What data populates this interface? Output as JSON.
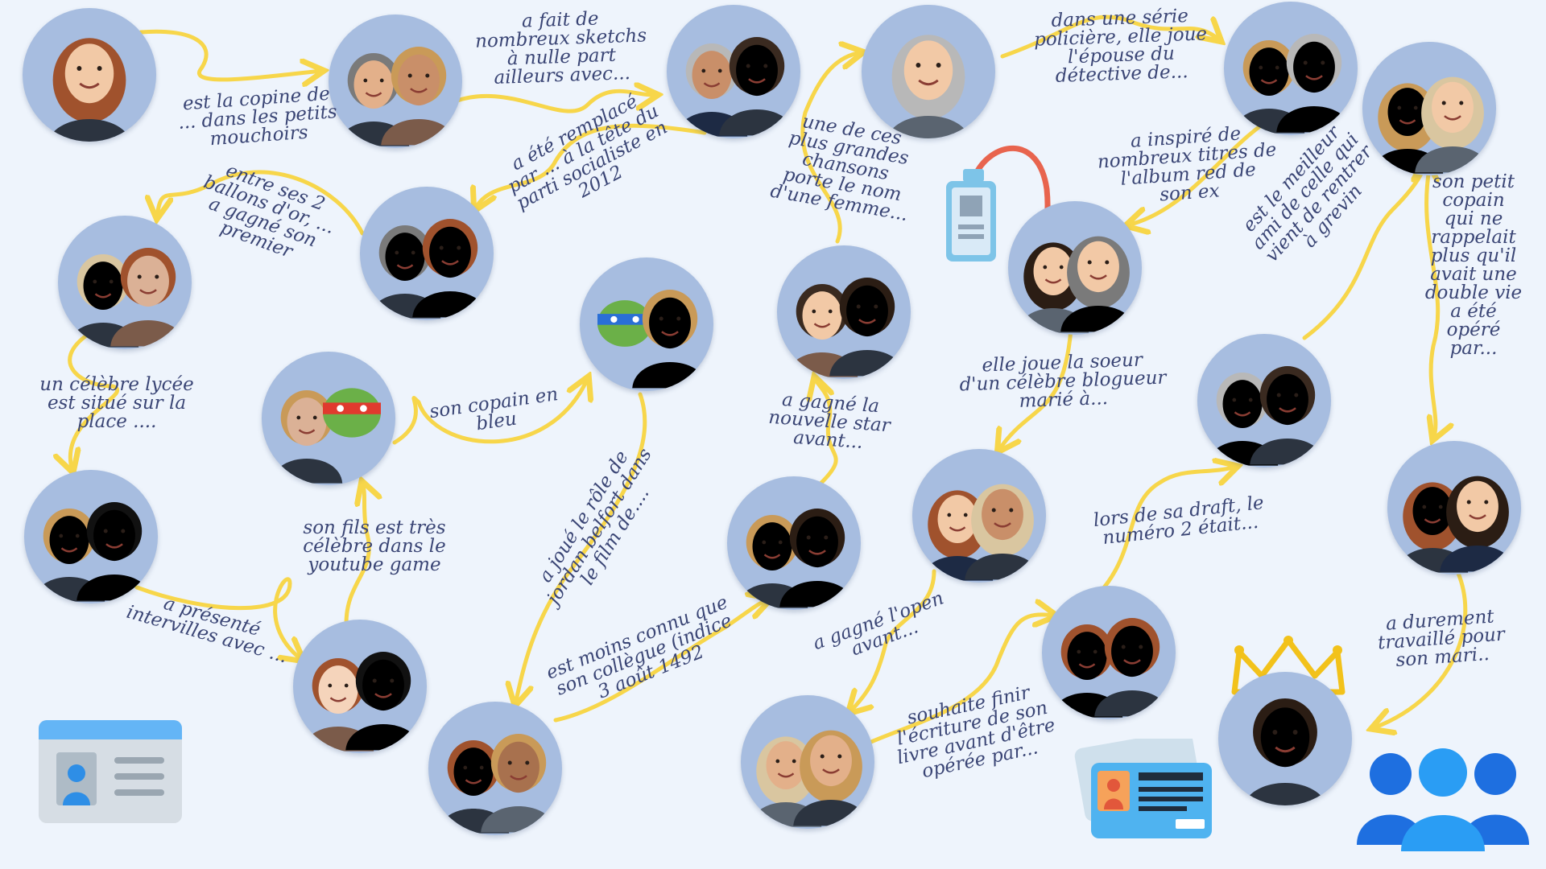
{
  "palette": {
    "background": "#eef4fc",
    "circle": "#a7bde0",
    "arrow": "#f7d64a",
    "text": "#3a4575"
  },
  "nodes": [
    {
      "id": "n1",
      "faces": [
        "woman-blonde"
      ]
    },
    {
      "id": "n2",
      "faces": [
        "man-dark",
        "man-grey"
      ]
    },
    {
      "id": "n3",
      "faces": [
        "man-laughing",
        "man-grey-suit"
      ]
    },
    {
      "id": "n4",
      "faces": [
        "woman-brunette"
      ]
    },
    {
      "id": "n5",
      "faces": [
        "man-curly",
        "man-bearded"
      ]
    },
    {
      "id": "n6",
      "faces": [
        "woman-curly",
        "woman-redhead"
      ]
    },
    {
      "id": "n7",
      "faces": [
        "man-glasses-old",
        "man-young-bw"
      ]
    },
    {
      "id": "n8",
      "faces": [
        "man-old-bw",
        "man-old-politician"
      ]
    },
    {
      "id": "n9",
      "faces": [
        "turtle-blue-mask",
        "man-actor"
      ]
    },
    {
      "id": "n10",
      "faces": [
        "man-long-hair",
        "man-tanned"
      ]
    },
    {
      "id": "n11",
      "faces": [
        "woman-singer",
        "woman-blonde-makeup"
      ]
    },
    {
      "id": "n12",
      "faces": [
        "man-bald",
        "turtle-red-mask"
      ]
    },
    {
      "id": "n13",
      "faces": [
        "man-athlete",
        "man-smiling-headphones"
      ]
    },
    {
      "id": "n14",
      "faces": [
        "man-hat-bw",
        "man-old-tv"
      ]
    },
    {
      "id": "n15",
      "faces": [
        "explorer-painting",
        "man-glasses-hipster"
      ]
    },
    {
      "id": "n16",
      "faces": [
        "woman-blonde-wavy",
        "woman-tennis"
      ]
    },
    {
      "id": "n17",
      "faces": [
        "woman-pale",
        "woman-silver-hair"
      ]
    },
    {
      "id": "n18",
      "faces": [
        "man-presenter",
        "man-old-chin"
      ]
    },
    {
      "id": "n19",
      "faces": [
        "man-old-director",
        "king-painting"
      ]
    },
    {
      "id": "n20",
      "faces": [
        "woman-short-hair",
        "woman-headscarf"
      ]
    },
    {
      "id": "n21",
      "faces": [
        "man-actor-smile",
        "man-bald-smile"
      ]
    },
    {
      "id": "n22",
      "faces": [
        "man-politician"
      ]
    }
  ],
  "labels": [
    {
      "id": "l1",
      "text": "est la copine de\n... dans les petits\nmouchoirs"
    },
    {
      "id": "l2",
      "text": "a fait de\nnombreux sketchs\nà nulle part\nailleurs avec..."
    },
    {
      "id": "l3",
      "text": "dans une série\npolicière, elle joue\nl'épouse du\ndétective de..."
    },
    {
      "id": "l4",
      "text": "une de ces\nplus grandes\nchansons\nporte le nom\nd'une femme..."
    },
    {
      "id": "l5",
      "text": "a inspiré de\nnombreux titres de\nl'album red de\nson ex"
    },
    {
      "id": "l6",
      "text": "entre ses 2\nballons d'or, ...\na gagné son\npremier"
    },
    {
      "id": "l7",
      "text": "a été remplacé\npar ... à la tête du\nparti socialiste en\n2012"
    },
    {
      "id": "l8",
      "text": "est le meilleur\nami de celle qui\nvient de rentrer\nà grevin"
    },
    {
      "id": "l9",
      "text": "son petit\ncopain\nqui ne\nrappelait\nplus qu'il\navait une\ndouble vie\na été\nopéré\npar..."
    },
    {
      "id": "l10",
      "text": "un célèbre lycée\nest situé sur la\nplace ...."
    },
    {
      "id": "l11",
      "text": "son copain en\nbleu"
    },
    {
      "id": "l12",
      "text": "elle joue la soeur\nd'un célèbre blogueur\nmarié à..."
    },
    {
      "id": "l13",
      "text": "a gagné la\nnouvelle star\navant..."
    },
    {
      "id": "l14",
      "text": "a joué le rôle de\njordan belfort dans\nle film de...."
    },
    {
      "id": "l15",
      "text": "son fils est très\ncélèbre dans le\nyoutube game"
    },
    {
      "id": "l16",
      "text": "lors de sa draft, le\nnuméro 2 était..."
    },
    {
      "id": "l17",
      "text": "a présenté\nintervilles avec ..."
    },
    {
      "id": "l18",
      "text": "est moins connu que\nson collègue (indice\n3 août 1492"
    },
    {
      "id": "l19",
      "text": "a gagné l'open\navant..."
    },
    {
      "id": "l20",
      "text": "a durement\ntravaillé pour\nson mari.."
    },
    {
      "id": "l21",
      "text": "souhaite finir\nl'écriture de son\nlivre avant d'être\nopérée par..."
    }
  ],
  "icons": [
    "badge-lanyard-icon",
    "id-card-icon",
    "press-card-icon",
    "crown-icon",
    "group-people-icon"
  ]
}
